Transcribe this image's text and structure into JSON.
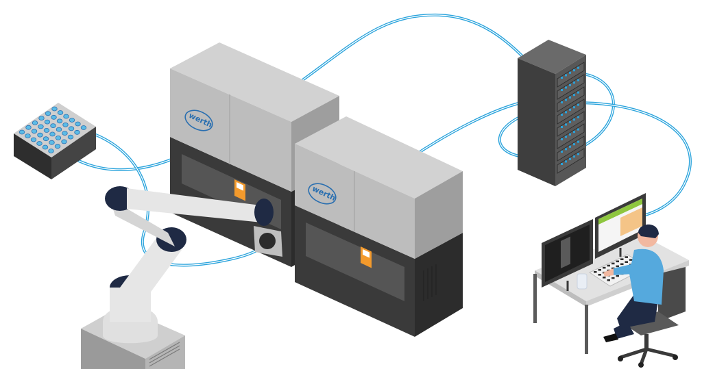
{
  "brand": {
    "logo_text": "werth",
    "logo_color": "#2a6fb0"
  },
  "colors": {
    "cable": "#29a3dc",
    "cabinet_top": "#c9c9c9",
    "cabinet_front": "#bdbdbd",
    "cabinet_side": "#a8a8a8",
    "machine_dark": "#3a3a3a",
    "server_rack": "#4a4a4a",
    "server_led": "#29a3dc",
    "robot_white": "#e6e6e6",
    "robot_joint": "#1f2a44",
    "tray_part": "#5bbbe6",
    "shirt": "#55a9dd",
    "pants": "#1f2a44",
    "desk": "#d9d9d9",
    "panel_orange": "#f39a2c"
  },
  "components": [
    {
      "id": "parts-tray",
      "icon": "parts-tray-icon"
    },
    {
      "id": "robot-arm",
      "icon": "robot-arm-icon"
    },
    {
      "id": "measuring-machine-1",
      "icon": "ct-machine-icon"
    },
    {
      "id": "measuring-machine-2",
      "icon": "ct-machine-icon"
    },
    {
      "id": "server-rack",
      "icon": "server-rack-icon"
    },
    {
      "id": "workstation",
      "icon": "workstation-icon"
    }
  ]
}
